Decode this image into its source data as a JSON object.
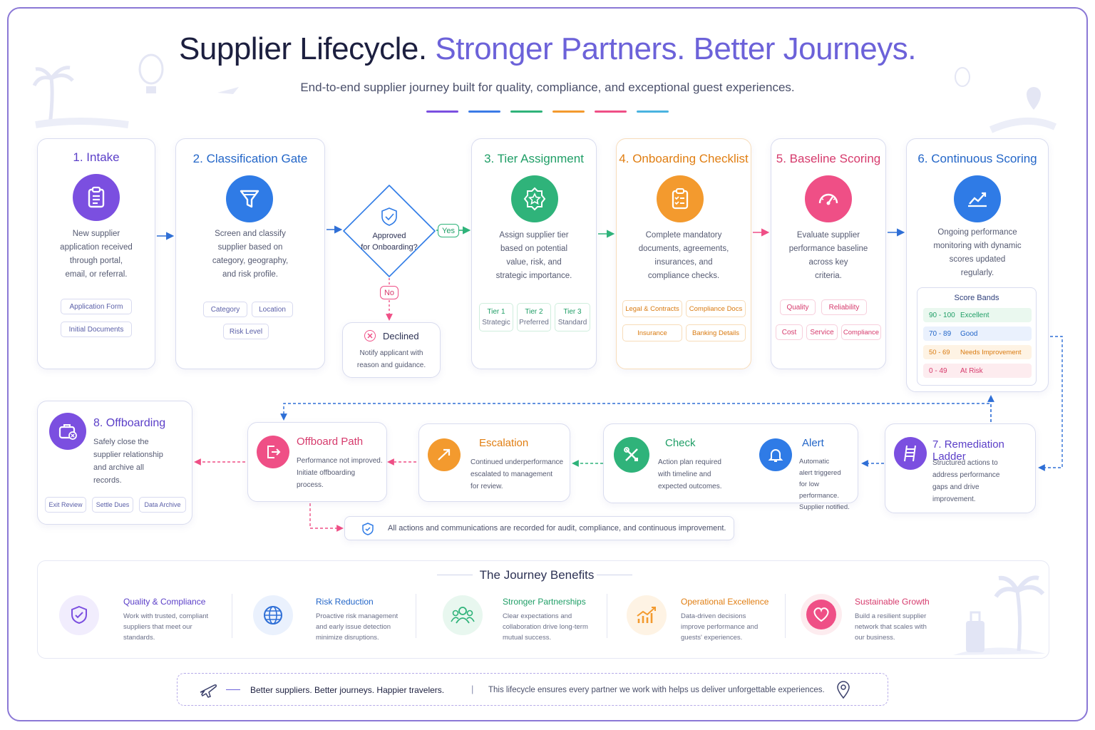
{
  "header": {
    "title_main": "Supplier Lifecycle.",
    "title_accent": "Stronger Partners. Better Journeys.",
    "subtitle": "End-to-end supplier journey built for quality, compliance, and exceptional guest experiences.",
    "accent_bars": [
      "#7b4fe0",
      "#3b7be6",
      "#2fb37a",
      "#f39a2e",
      "#ef4f86",
      "#4ab3e0"
    ]
  },
  "steps": {
    "intake": {
      "number": "1.",
      "title": "Intake",
      "desc": [
        "New supplier",
        "application received",
        "through portal,",
        "email, or referral."
      ],
      "chips": [
        "Application Form",
        "Initial Documents"
      ],
      "color": "#7b4fe0"
    },
    "classification": {
      "number": "2.",
      "title": "Classification Gate",
      "desc": [
        "Screen and classify",
        "supplier based on",
        "category, geography,",
        "and risk profile."
      ],
      "chips": [
        "Category",
        "Location",
        "Risk Level"
      ],
      "color": "#2f7be6"
    },
    "decision": {
      "label_line1": "Approved",
      "label_line2": "for Onboarding?",
      "yes": "Yes",
      "no": "No"
    },
    "declined": {
      "title": "Declined",
      "desc": [
        "Notify applicant with",
        "reason and guidance."
      ]
    },
    "tier": {
      "number": "3.",
      "title": "Tier Assignment",
      "desc": [
        "Assign supplier tier",
        "based on potential",
        "value, risk, and",
        "strategic importance."
      ],
      "tiers": [
        {
          "name": "Tier 1",
          "sub": "Strategic"
        },
        {
          "name": "Tier 2",
          "sub": "Preferred"
        },
        {
          "name": "Tier 3",
          "sub": "Standard"
        }
      ],
      "color": "#2fb37a"
    },
    "onboarding": {
      "number": "4.",
      "title": "Onboarding Checklist",
      "desc": [
        "Complete mandatory",
        "documents, agreements,",
        "insurances, and",
        "compliance checks."
      ],
      "chips": [
        "Legal & Contracts",
        "Compliance Docs",
        "Insurance",
        "Banking Details"
      ],
      "color": "#f39a2e"
    },
    "baseline": {
      "number": "5.",
      "title": "Baseline Scoring",
      "desc": [
        "Evaluate supplier",
        "performance baseline",
        "across key",
        "criteria."
      ],
      "chips": [
        "Quality",
        "Reliability",
        "Cost",
        "Service",
        "Compliance"
      ],
      "color": "#ef4f86"
    },
    "continuous": {
      "number": "6.",
      "title": "Continuous Scoring",
      "desc": [
        "Ongoing performance",
        "monitoring with dynamic",
        "scores updated",
        "regularly."
      ],
      "score_bands_title": "Score Bands",
      "bands": [
        {
          "range": "90 - 100",
          "label": "Excellent"
        },
        {
          "range": "70 - 89",
          "label": "Good"
        },
        {
          "range": "50 - 69",
          "label": "Needs Improvement"
        },
        {
          "range": "0 - 49",
          "label": "At Risk"
        }
      ],
      "color": "#2f7be6"
    },
    "remediation": {
      "number": "7.",
      "title": "Remediation Ladder",
      "desc": [
        "Structured actions to",
        "address performance",
        "gaps and drive",
        "improvement."
      ],
      "color": "#7b4fe0"
    },
    "alert": {
      "title": "Alert",
      "desc": [
        "Automatic",
        "alert triggered",
        "for low performance.",
        "Supplier notified."
      ]
    },
    "check": {
      "title": "Check",
      "desc": [
        "Action plan required",
        "with timeline and",
        "expected outcomes."
      ]
    },
    "escalation": {
      "title": "Escalation",
      "desc": [
        "Continued underperformance",
        "escalated to management",
        "for review."
      ]
    },
    "offboard_path": {
      "title": "Offboard Path",
      "desc": [
        "Performance not improved.",
        "Initiate offboarding",
        "process."
      ]
    },
    "offboarding": {
      "number": "8.",
      "title": "Offboarding",
      "desc": [
        "Safely close the",
        "supplier relationship",
        "and archive all",
        "records."
      ],
      "chips": [
        "Exit Review",
        "Settle Dues",
        "Data Archive"
      ],
      "color": "#7b4fe0"
    }
  },
  "audit_note": "All actions and communications are recorded for audit, compliance, and continuous improvement.",
  "benefits": {
    "title": "The Journey Benefits",
    "items": [
      {
        "title": "Quality & Compliance",
        "desc": [
          "Work with trusted, compliant",
          "suppliers that meet our",
          "standards."
        ],
        "icon": "shield-check-icon",
        "color": "#7b4fe0"
      },
      {
        "title": "Risk Reduction",
        "desc": [
          "Proactive risk management",
          "and early issue detection",
          "minimize disruptions."
        ],
        "icon": "globe-icon",
        "color": "#2f6fd6"
      },
      {
        "title": "Stronger Partnerships",
        "desc": [
          "Clear expectations and",
          "collaboration drive long-term",
          "mutual success."
        ],
        "icon": "people-icon",
        "color": "#2fb37a"
      },
      {
        "title": "Operational Excellence",
        "desc": [
          "Data-driven decisions",
          "improve performance and",
          "guests' experiences."
        ],
        "icon": "growth-chart-icon",
        "color": "#f39a2e"
      },
      {
        "title": "Sustainable Growth",
        "desc": [
          "Build a resilient supplier",
          "network that scales with",
          "our business."
        ],
        "icon": "heart-icon",
        "color": "#ef4f86"
      }
    ]
  },
  "footer": {
    "tagline": "Better suppliers. Better journeys. Happier travelers.",
    "separator": "|",
    "message": "This lifecycle ensures every partner we work with helps us deliver unforgettable experiences."
  }
}
